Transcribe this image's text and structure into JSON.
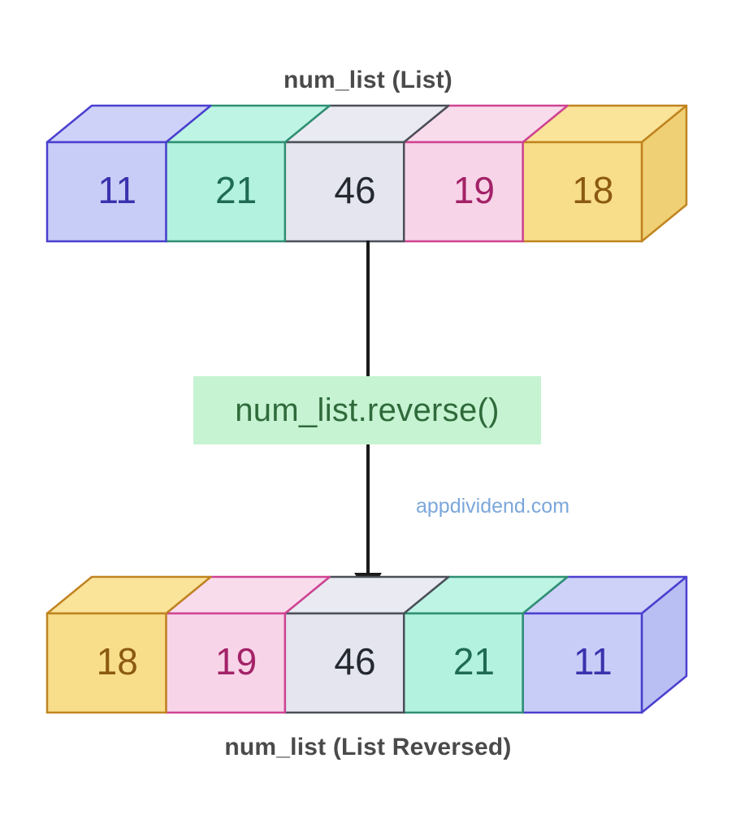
{
  "diagram": {
    "title_top": "num_list (List)",
    "title_bottom": "num_list (List Reversed)",
    "operation_label": "num_list.reverse()",
    "watermark": "appdividend.com",
    "background_color": "#ffffff",
    "caption_color": "#4a4a4a",
    "operation_box_color": "#c6f3d2",
    "operation_text_color": "#2f6a3b",
    "watermark_color": "#7ba7db",
    "arrow_color": "#1a1a1a"
  },
  "arrays": {
    "top": {
      "name": "num_list (List)",
      "values": [
        11,
        21,
        46,
        19,
        18
      ],
      "cells": [
        {
          "value": "11",
          "fill": "#c8cdf7",
          "top_fill": "#ced2f8",
          "side_fill": "#b9bff2",
          "stroke": "#4b3fcf",
          "text": "#3a32ad"
        },
        {
          "value": "21",
          "fill": "#b3f2df",
          "top_fill": "#bdf4e4",
          "side_fill": "#a3ecd3",
          "stroke": "#2f8f72",
          "text": "#1f6b53"
        },
        {
          "value": "46",
          "fill": "#e4e5ee",
          "top_fill": "#eaebf2",
          "side_fill": "#d8d9e4",
          "stroke": "#4a4f58",
          "text": "#24282f"
        },
        {
          "value": "19",
          "fill": "#f8d4e8",
          "top_fill": "#f9dcec",
          "side_fill": "#f2c6de",
          "stroke": "#cf4393",
          "text": "#a32268"
        },
        {
          "value": "18",
          "fill": "#f8de8a",
          "top_fill": "#fae49a",
          "side_fill": "#f0d074",
          "stroke": "#c08420",
          "text": "#8c5a12"
        }
      ]
    },
    "bottom": {
      "name": "num_list (List Reversed)",
      "values": [
        18,
        19,
        46,
        21,
        11
      ],
      "cells": [
        {
          "value": "18",
          "fill": "#f8de8a",
          "top_fill": "#fae49a",
          "side_fill": "#f0d074",
          "stroke": "#c08420",
          "text": "#8c5a12"
        },
        {
          "value": "19",
          "fill": "#f8d4e8",
          "top_fill": "#f9dcec",
          "side_fill": "#f2c6de",
          "stroke": "#cf4393",
          "text": "#a32268"
        },
        {
          "value": "46",
          "fill": "#e4e5ee",
          "top_fill": "#eaebf2",
          "side_fill": "#d8d9e4",
          "stroke": "#4a4f58",
          "text": "#24282f"
        },
        {
          "value": "21",
          "fill": "#b3f2df",
          "top_fill": "#bdf4e4",
          "side_fill": "#a3ecd3",
          "stroke": "#2f8f72",
          "text": "#1f6b53"
        },
        {
          "value": "11",
          "fill": "#c8cdf7",
          "top_fill": "#ced2f8",
          "side_fill": "#b9bff2",
          "stroke": "#4b3fcf",
          "text": "#3a32ad"
        }
      ]
    }
  },
  "chart_data": {
    "type": "diagram",
    "title": "num_list.reverse() list reversal illustration",
    "before": {
      "label": "num_list (List)",
      "values": [
        11,
        21,
        46,
        19,
        18
      ]
    },
    "operation": "num_list.reverse()",
    "after": {
      "label": "num_list (List Reversed)",
      "values": [
        18,
        19,
        46,
        21,
        11
      ]
    }
  }
}
